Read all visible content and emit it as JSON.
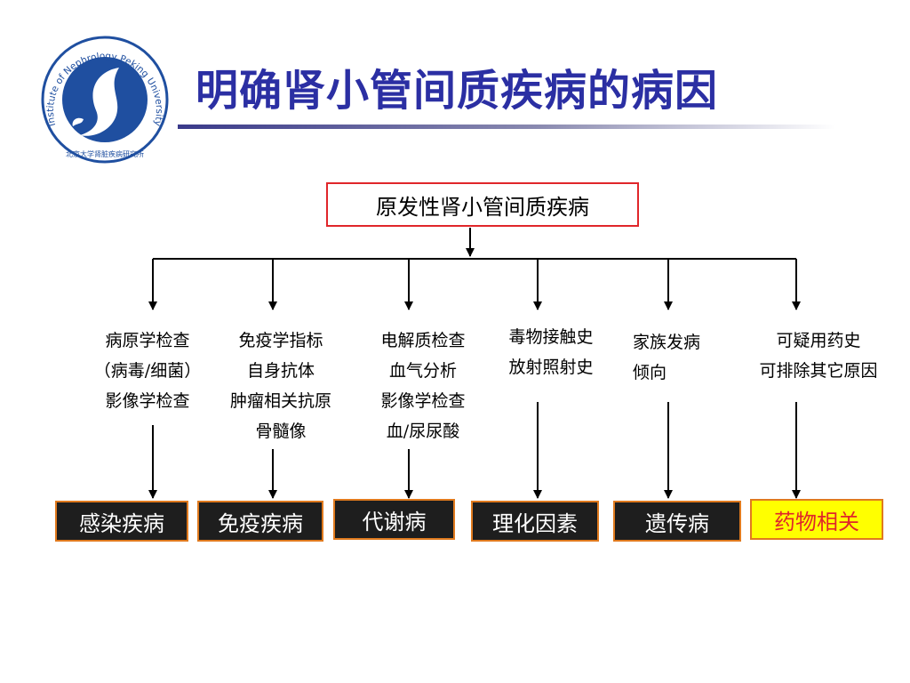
{
  "title": "明确肾小管间质疾病的病因",
  "logo": {
    "ring_text": "Institute of Nephrology Peking University",
    "bottom_text": "北京大学肾脏疾病研究所"
  },
  "root": {
    "label": "原发性肾小管间质疾病"
  },
  "branches": [
    {
      "details": [
        "病原学检查",
        "（病毒/细菌）",
        "影像学检查"
      ],
      "category": "感染疾病",
      "highlight": false
    },
    {
      "details": [
        "免疫学指标",
        "自身抗体",
        "肿瘤相关抗原",
        "骨髓像"
      ],
      "category": "免疫疾病",
      "highlight": false
    },
    {
      "details": [
        "电解质检查",
        "血气分析",
        "影像学检查",
        "血/尿尿酸"
      ],
      "category": "代谢病",
      "highlight": false
    },
    {
      "details": [
        "毒物接触史",
        "放射照射史"
      ],
      "category": "理化因素",
      "highlight": false
    },
    {
      "details": [
        "家族发病",
        "倾向"
      ],
      "category": "遗传病",
      "highlight": false
    },
    {
      "details": [
        "可疑用药史",
        "可排除其它原因"
      ],
      "category": "药物相关",
      "highlight": true
    }
  ],
  "colors": {
    "title": "#2b2fa3",
    "root_border": "#e0262a",
    "category_bg": "#1e1e1e",
    "category_border": "#e07a1e",
    "highlight_bg": "#ffff00",
    "highlight_text": "#e0262a",
    "logo_blue": "#1f4fa0"
  }
}
